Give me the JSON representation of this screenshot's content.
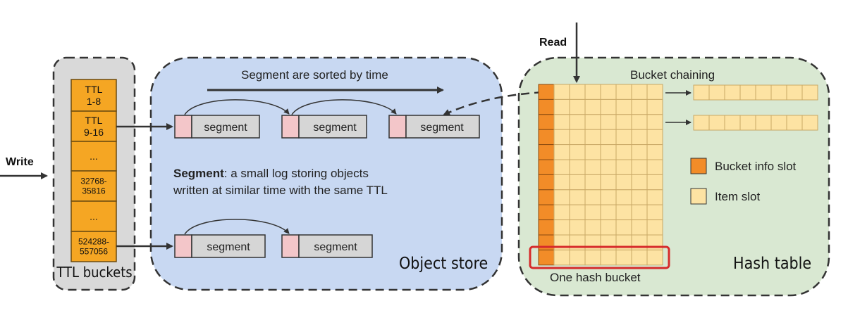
{
  "labels": {
    "write": "Write",
    "read": "Read",
    "ttl_buckets": "TTL buckets",
    "object_store": "Object store",
    "hash_table": "Hash table",
    "sorted_caption": "Segment are sorted by time",
    "bucket_chaining": "Bucket chaining",
    "one_hash_bucket": "One hash bucket",
    "segment": "segment",
    "segment_def_bold": "Segment",
    "segment_def_rest": ": a small log storing objects",
    "segment_def_line2": "written at similar time with the same TTL"
  },
  "ttl_buckets": [
    [
      "TTL",
      "1-8"
    ],
    [
      "TTL",
      "9-16"
    ],
    [
      "..."
    ],
    [
      "32768-",
      "35816"
    ],
    [
      "..."
    ],
    [
      "524288-",
      "557056"
    ]
  ],
  "legend": [
    {
      "label": "Bucket info slot",
      "color": "#f28c28"
    },
    {
      "label": "Item slot",
      "color": "#fde3a3"
    }
  ],
  "colors": {
    "ttl_fill": "#f5a623",
    "ttl_stroke": "#6b4a10",
    "object_store_bg": "#c8d8f2",
    "hash_table_bg": "#d9e8d2",
    "ttl_panel_bg": "#d9d9d9",
    "segment_fill": "#d6d6d6",
    "segment_head": "#f3c6c9",
    "bucket_info": "#f28c28",
    "item_slot": "#fde3a3",
    "highlight": "#d62a2a"
  }
}
